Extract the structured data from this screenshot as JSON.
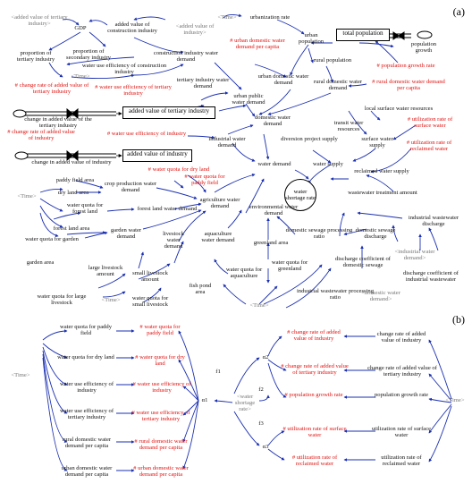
{
  "panel_a": {
    "label": "(a)",
    "stocks": {
      "total_population": "total population",
      "added_value_tertiary": "added value of tertiary industry",
      "added_value_industry": "added value of industry"
    },
    "nodes": {
      "added_value_tertiary_shadow": "<added value of tertiary industry>",
      "gdp": "GDP",
      "added_value_construction": "added value of construction industry",
      "added_value_industry_shadow": "<added value of industry>",
      "time1": "<Time>",
      "urbanization_rate": "urbanization rate",
      "proportion_tertiary": "proportion of tertiary industry",
      "proportion_secondary": "proportion of secondary industry",
      "construction_water_demand": "construction industry water demand",
      "wue_construction": "water use efficiency of construction industry",
      "time2": "<Time>",
      "urban_domestic_quota": "# urban domestic water demand per capita",
      "urban_population": "urban population",
      "rural_population": "rural population",
      "population_growth": "population growth",
      "population_growth_rate": "# population growth rate",
      "urban_domestic_demand": "urban domestic water demand",
      "rural_domestic_demand": "rural domestic water demand",
      "rural_domestic_quota": "# rural domestic water demand per capita",
      "change_rate_tertiary": "# change rate of added value of tertiary industry",
      "wue_tertiary": "# water use efficiency of tertiary industry",
      "tertiary_water_demand": "tertiary industry water demand",
      "urban_public_demand": "urban public water demand",
      "change_added_tertiary": "change in added value of the tertiary industry",
      "domestic_water_demand": "domestic water demand",
      "local_surface_resources": "local surface water resources",
      "transit_resources": "transit water resources",
      "utilization_surface": "# utilization rate of surface water",
      "change_rate_industry": "# change rate of added value of industry",
      "wue_industry": "# water use efficiency of industry",
      "industrial_water_demand": "industrial water demand",
      "diversion_supply": "diversion project supply",
      "surface_supply": "surface water supply",
      "utilization_reclaimed": "# utilization rate of reclaimed water",
      "change_added_industry": "change in added value of industry",
      "water_demand": "water demand",
      "water_supply": "water supply",
      "reclaimed_supply": "reclaimed water supply",
      "water_quota_dry": "# water quota for dry land",
      "paddy_area": "paddy field area",
      "dry_land_area": "dry land area",
      "crop_water_demand": "crop production water demand",
      "water_quota_paddy": "# water quota for paddy field",
      "shortage_rate": "water shortage rate",
      "wastewater_amount": "wastewater treatment amount",
      "time3": "<Time>",
      "water_quota_forest": "water quota for forest land",
      "forest_water_demand": "forest land water demand",
      "agri_water_demand": "agriculture water demand",
      "environmental_demand": "environmental water demand",
      "forest_area": "forest land area",
      "water_quota_garden": "water quota for garden",
      "garden_water_demand": "garden water demand",
      "livestock_water_demand": "livestock water demand",
      "aquaculture_water_demand": "aquaculture water demand",
      "greenland_area": "greenland area",
      "domestic_sewage_ratio": "domestic sewage processing ratio",
      "domestic_sewage_discharge": "domestic sewage discharge",
      "industrial_wastewater_discharge": "industrial wastewater discharge",
      "garden_area": "garden area",
      "large_livestock_amount": "large livestock amount",
      "small_livestock_amount": "small livestock amount",
      "industrial_demand_shadow": "<industrial water demand>",
      "discharge_coef_domestic": "discharge coefficient of domestic sewage",
      "discharge_coef_industrial": "discharge coefficient of industrial wastewater",
      "water_quota_greenland": "water quota for greenland",
      "water_quota_aquaculture": "water quota for aquaculture",
      "fish_pond_area": "fish pond area",
      "water_quota_large": "water quota for large livestock",
      "time4": "<Time>",
      "water_quota_small": "water quota for small livestock",
      "time5": "<Time>",
      "industrial_wastewater_ratio": "industrial wastewater processing ratio",
      "domestic_demand_shadow": "<domestic water demand>"
    }
  },
  "panel_b": {
    "label": "(b)",
    "left": {
      "paddy": "water quota for paddy field",
      "dry": "water quota for dry land",
      "wue_ind": "water use efficiency of industry",
      "wue_ter": "water use efficiency of tertiary industry",
      "rural": "rural domestic water demand per capita",
      "urban": "urban domestic water demand per capita"
    },
    "left_red": {
      "paddy": "# water quota for paddy field",
      "dry": "# water quota for dry land",
      "wue_ind": "# water use efficiency of industry",
      "wue_ter": "# water use efficiency of tertiary industry",
      "rural": "# rural domestic water demand per capita",
      "urban": "# urban domestic water demand per capita"
    },
    "time_left": "<Time>",
    "time_right": "<Time>",
    "alpha1": "α1",
    "alpha2": "α2",
    "alpha3": "α3",
    "f1": "f1",
    "f2": "f2",
    "f3": "f3",
    "shortage": "<water shortage rate>",
    "right_red": {
      "cr_ind": "# change rate of added value of industry",
      "cr_ter": "# change rate of added value of tertiary industry",
      "pop": "# population growth rate",
      "surf": "# utilization rate of surface water",
      "recl": "# utilization rate of reclaimed water"
    },
    "right": {
      "cr_ind": "change rate of added value of industry",
      "cr_ter": "change rate of added value of tertiary industry",
      "pop": "population growth rate",
      "surf": "utilization rate of surface water",
      "recl": "utilization rate of reclaimed water"
    }
  },
  "colors": {
    "arrow": "#1a2fb0",
    "red_text": "#e0120f",
    "shadow_text": "#777777"
  }
}
